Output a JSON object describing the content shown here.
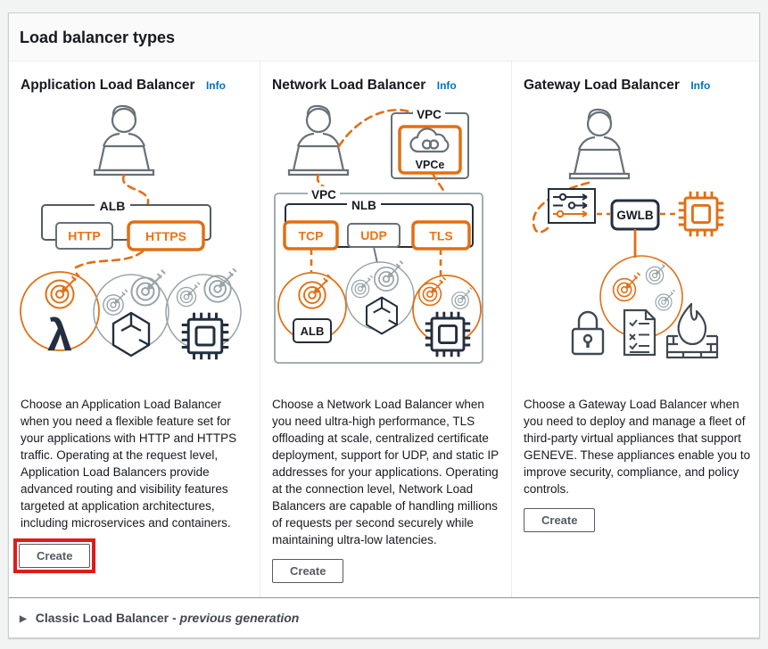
{
  "panel": {
    "title": "Load balancer types"
  },
  "cards": [
    {
      "title": "Application Load Balancer",
      "info": "Info",
      "description": "Choose an Application Load Balancer when you need a flexible feature set for your applications with HTTP and HTTPS traffic. Operating at the request level, Application Load Balancers provide advanced routing and visibility features targeted at application architectures, including microservices and containers.",
      "create": "Create",
      "highlighted": true,
      "diagram": {
        "lb": "ALB",
        "http": "HTTP",
        "https": "HTTPS"
      }
    },
    {
      "title": "Network Load Balancer",
      "info": "Info",
      "description": "Choose a Network Load Balancer when you need ultra-high performance, TLS offloading at scale, centralized certificate deployment, support for UDP, and static IP addresses for your applications. Operating at the connection level, Network Load Balancers are capable of handling millions of requests per second securely while maintaining ultra-low latencies.",
      "create": "Create",
      "highlighted": false,
      "diagram": {
        "vpc_remote": "VPC",
        "vpce": "VPCe",
        "vpc": "VPC",
        "lb": "NLB",
        "tcp": "TCP",
        "udp": "UDP",
        "tls": "TLS",
        "alb_target": "ALB"
      }
    },
    {
      "title": "Gateway Load Balancer",
      "info": "Info",
      "description": "Choose a Gateway Load Balancer when you need to deploy and manage a fleet of third-party virtual appliances that support GENEVE. These appliances enable you to improve security, compliance, and policy controls.",
      "create": "Create",
      "highlighted": false,
      "diagram": {
        "lb": "GWLB"
      }
    }
  ],
  "footer": {
    "label": "Classic Load Balancer - ",
    "label_em": "previous generation"
  },
  "icons": {
    "lambda": "λ",
    "expander": "▶"
  },
  "colors": {
    "accent_orange": "#ec7211",
    "diagram_orange": "#e07014",
    "link_blue": "#0073bb",
    "highlight_red": "#df1b1b",
    "text_dark": "#16191f",
    "muted_gray": "#545b64"
  }
}
